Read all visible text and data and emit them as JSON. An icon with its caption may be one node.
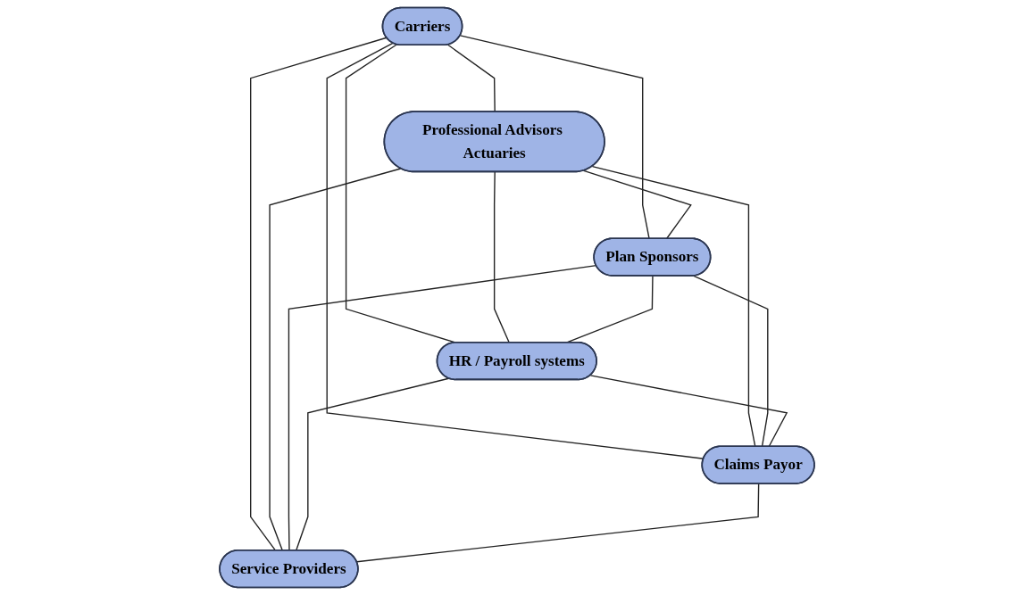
{
  "diagram": {
    "nodes": [
      {
        "text": [
          "Carriers"
        ]
      },
      {
        "text": [
          "Professional Advisors Actuaries"
        ]
      },
      {
        "text": [
          "Plan Sponsors"
        ]
      },
      {
        "text": [
          "HR / Payroll systems"
        ]
      },
      {
        "text": [
          "Claims Payor"
        ]
      },
      {
        "text": [
          "Service Providers"
        ]
      }
    ],
    "edges": [
      {
        "from": 0,
        "to": 1,
        "arrow": "none"
      },
      {
        "from": 0,
        "to": 2,
        "arrow": "none"
      },
      {
        "from": 0,
        "to": 3,
        "arrow": "none"
      },
      {
        "from": 0,
        "to": 4,
        "arrow": "none"
      },
      {
        "from": 0,
        "to": 5,
        "arrow": "none"
      },
      {
        "from": 1,
        "to": 2,
        "arrow": "none"
      },
      {
        "from": 1,
        "to": 3,
        "arrow": "none"
      },
      {
        "from": 1,
        "to": 4,
        "arrow": "none"
      },
      {
        "from": 1,
        "to": 5,
        "arrow": "none"
      },
      {
        "from": 2,
        "to": 3,
        "arrow": "none"
      },
      {
        "from": 2,
        "to": 4,
        "arrow": "none"
      },
      {
        "from": 2,
        "to": 5,
        "arrow": "none"
      },
      {
        "from": 3,
        "to": 4,
        "arrow": "none"
      },
      {
        "from": 3,
        "to": 5,
        "arrow": "none"
      },
      {
        "from": 4,
        "to": 5,
        "arrow": "none"
      }
    ]
  }
}
